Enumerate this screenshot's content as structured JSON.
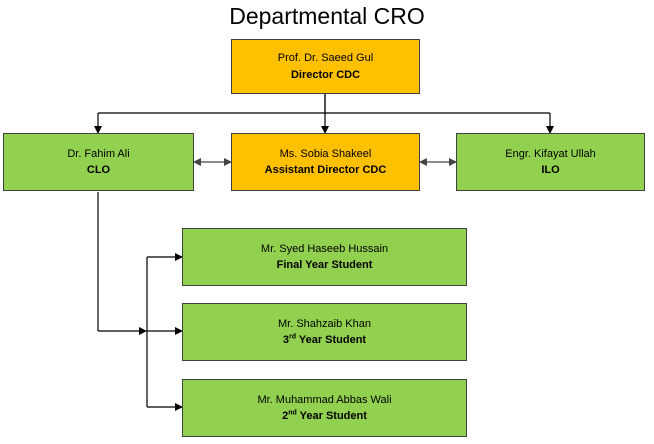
{
  "title": "Departmental CRO",
  "nodes": {
    "director": {
      "name": "Prof. Dr. Saeed Gul",
      "role": "Director CDC"
    },
    "clo": {
      "name": "Dr. Fahim Ali",
      "role": "CLO"
    },
    "assistant": {
      "name": "Ms. Sobia Shakeel",
      "role": "Assistant Director CDC"
    },
    "ilo": {
      "name": "Engr. Kifayat Ullah",
      "role": "ILO"
    },
    "final_year": {
      "name": "Mr. Syed Haseeb Hussain",
      "role": "Final Year Student"
    },
    "third_year": {
      "name": "Mr. Shahzaib Khan",
      "role_num": "3",
      "role_sup": "rd",
      "role_rest": " Year Student"
    },
    "second_year": {
      "name": "Mr. Muhammad Abbas Wali",
      "role_num": "2",
      "role_sup": "nd",
      "role_rest": " Year Student"
    }
  },
  "colors": {
    "primary": "#ffc000",
    "secondary": "#92d050",
    "border": "#404040",
    "connector": "#000000"
  }
}
